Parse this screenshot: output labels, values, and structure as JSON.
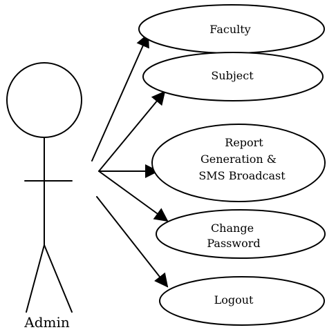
{
  "actor": {
    "name": "Admin"
  },
  "use_cases": [
    {
      "id": "faculty",
      "lines": [
        "Faculty"
      ]
    },
    {
      "id": "subject",
      "lines": [
        "Subject"
      ]
    },
    {
      "id": "report",
      "lines": [
        "Report",
        "Generation &",
        "SMS Broadcast"
      ]
    },
    {
      "id": "change-password",
      "lines": [
        "Change",
        "Password"
      ]
    },
    {
      "id": "logout",
      "lines": [
        "Logout"
      ]
    }
  ],
  "colors": {
    "stroke": "#000000",
    "background": "#ffffff"
  }
}
